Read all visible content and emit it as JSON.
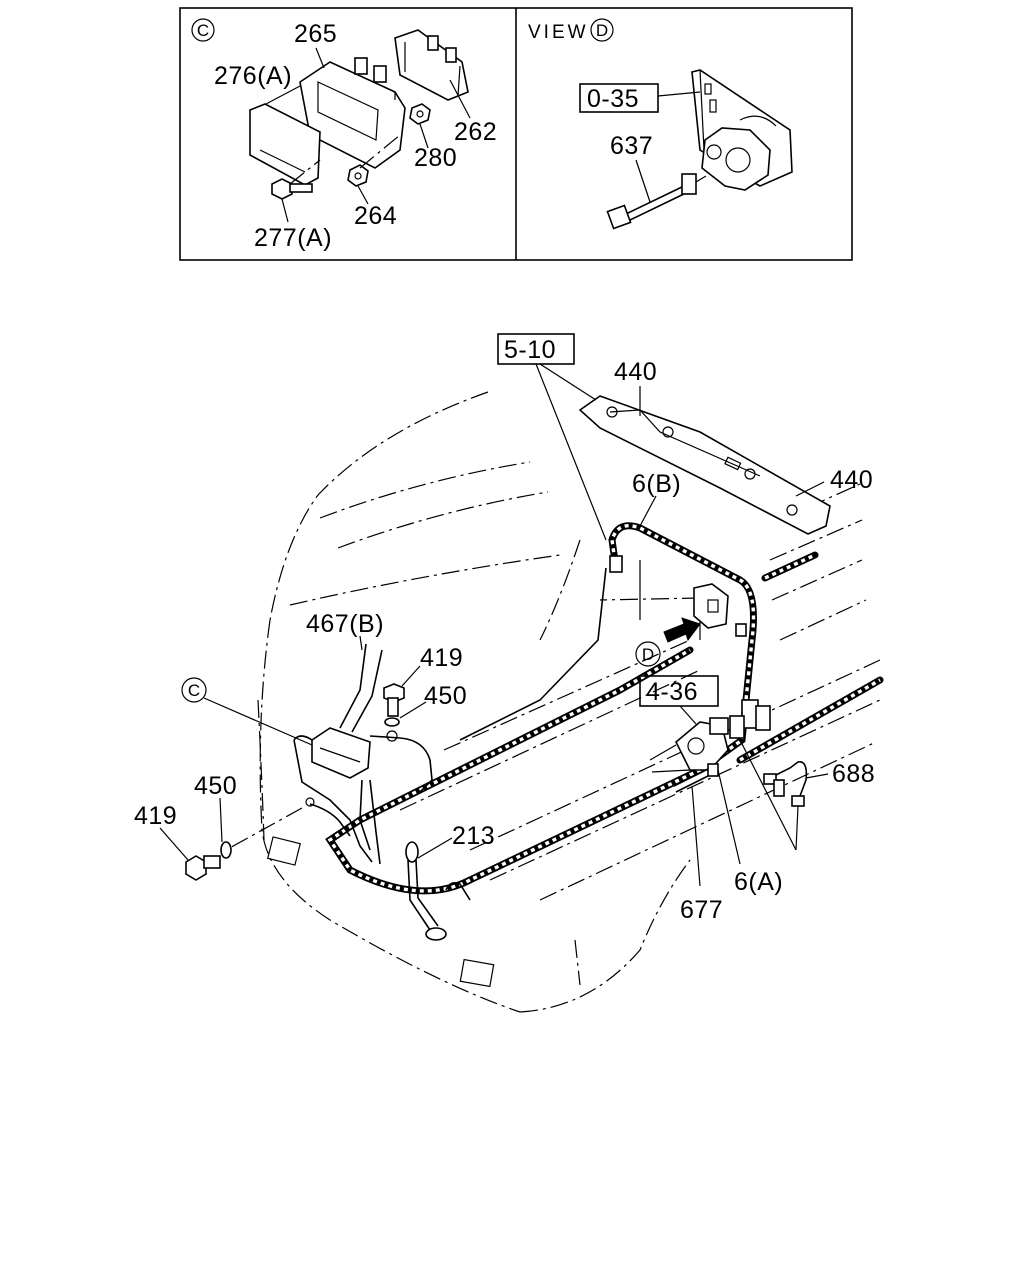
{
  "panels": {
    "detail_c": {
      "marker": "C"
    },
    "view_d": {
      "title": "VIEW",
      "marker": "D"
    }
  },
  "callouts": {
    "p265": "265",
    "p276a": "276(A)",
    "p262": "262",
    "p280": "280",
    "p264": "264",
    "p277a": "277(A)",
    "ref_0_35": "0-35",
    "p637": "637",
    "ref_5_10": "5-10",
    "p440_top": "440",
    "p440_right": "440",
    "p6b": "6(B)",
    "p467b": "467(B)",
    "p419_top": "419",
    "p450_top": "450",
    "ref_4_36": "4-36",
    "p688": "688",
    "p450_left": "450",
    "p419_left": "419",
    "p213": "213",
    "p6a": "6(A)",
    "p677": "677"
  },
  "markers": {
    "c_main": "C",
    "d_main": "D"
  }
}
